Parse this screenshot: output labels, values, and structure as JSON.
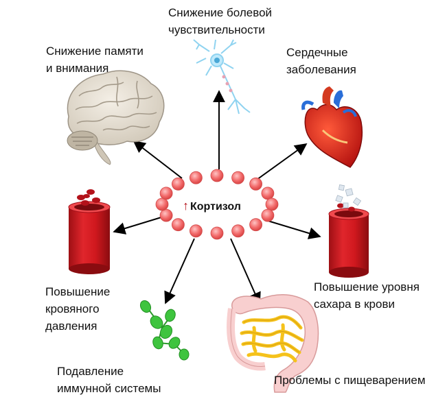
{
  "center": {
    "arrow": "↑",
    "text": "Кортизол"
  },
  "effects": {
    "pain": "Снижение болевой\nчувствительности",
    "memory": "Снижение памяти\nи внимания",
    "heart": "Сердечные\nзаболевания",
    "pressure": "Повышение\nкровяного\nдавления",
    "sugar": "Повышение уровня\nсахара в крови",
    "immune": "Подавление\nиммунной системы",
    "digestion": "Проблемы с пищеварением"
  },
  "icons": [
    "brain-icon",
    "neuron-icon",
    "heart-icon",
    "blood-vessel-icon",
    "blood-vessel-sugar-icon",
    "antibody-icon",
    "intestine-icon"
  ],
  "colors": {
    "cortisol_ring": "#f26b6b",
    "vessel": "#c8161d",
    "antibody": "#2fb52f",
    "intestine": "#f5c21b",
    "arrow": "#000000"
  }
}
